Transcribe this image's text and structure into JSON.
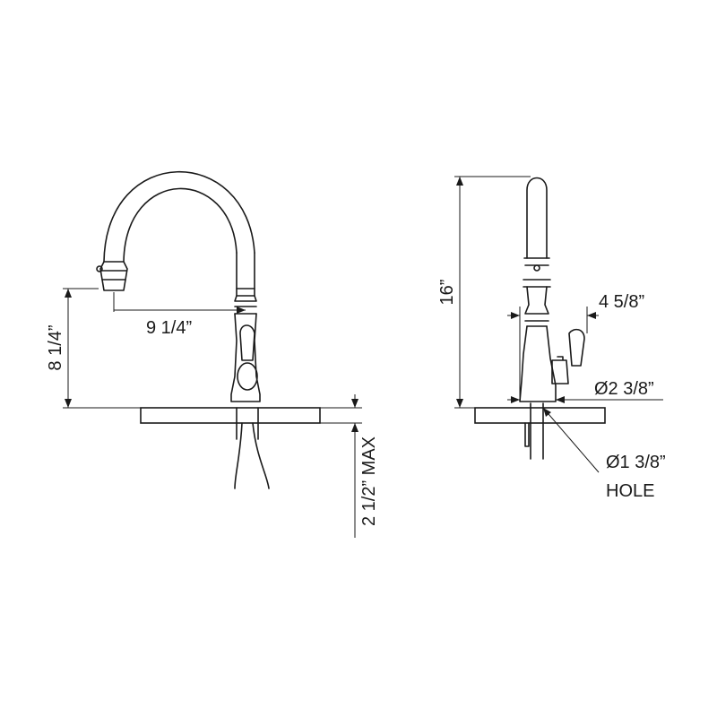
{
  "diagram": {
    "front_view": {
      "dimensions": {
        "spout_reach": "9 1/4”",
        "spout_height": "8 1/4”",
        "deck_thickness": "2 1/2” MAX"
      }
    },
    "side_view": {
      "dimensions": {
        "overall_height": "16”",
        "handle_clearance": "4 5/8”",
        "base_diameter": "Ø2 3/8”",
        "hole_diameter": "Ø1 3/8”",
        "hole_label": "HOLE"
      }
    }
  }
}
